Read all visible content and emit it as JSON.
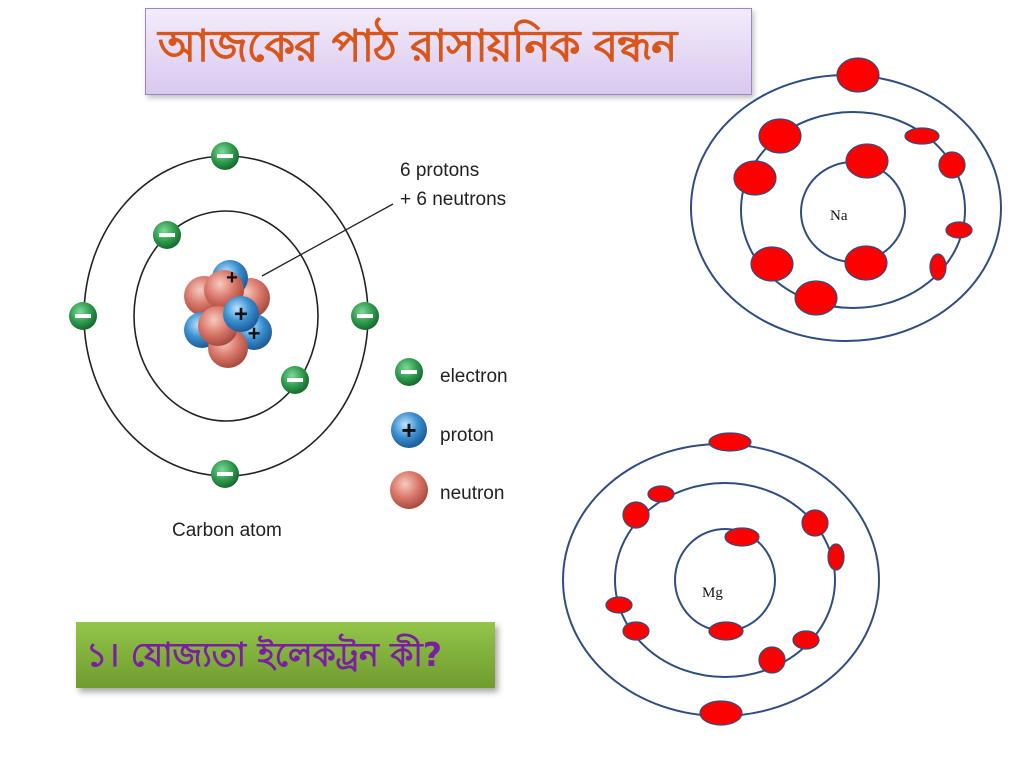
{
  "title": "আজকের পাঠ রাসায়নিক বন্ধন",
  "question": "১। যোজ্যতা ইলেকট্রন কী?",
  "carbon": {
    "nucleus_label_line1": "6 protons",
    "nucleus_label_line2": "+ 6 neutrons",
    "caption": "Carbon atom",
    "legend": {
      "electron": "electron",
      "proton": "proton",
      "neutron": "neutron"
    }
  },
  "na": {
    "label": "Na"
  },
  "mg": {
    "label": "Mg"
  },
  "colors": {
    "title_text": "#d8561a",
    "question_text": "#7b1fa2",
    "electron_red": "#ff0000",
    "shell_blue": "#2f4e7e",
    "electron_green": "#2e9a4c",
    "proton_blue": "#3a8fd0",
    "neutron_pink": "#d9786a"
  }
}
